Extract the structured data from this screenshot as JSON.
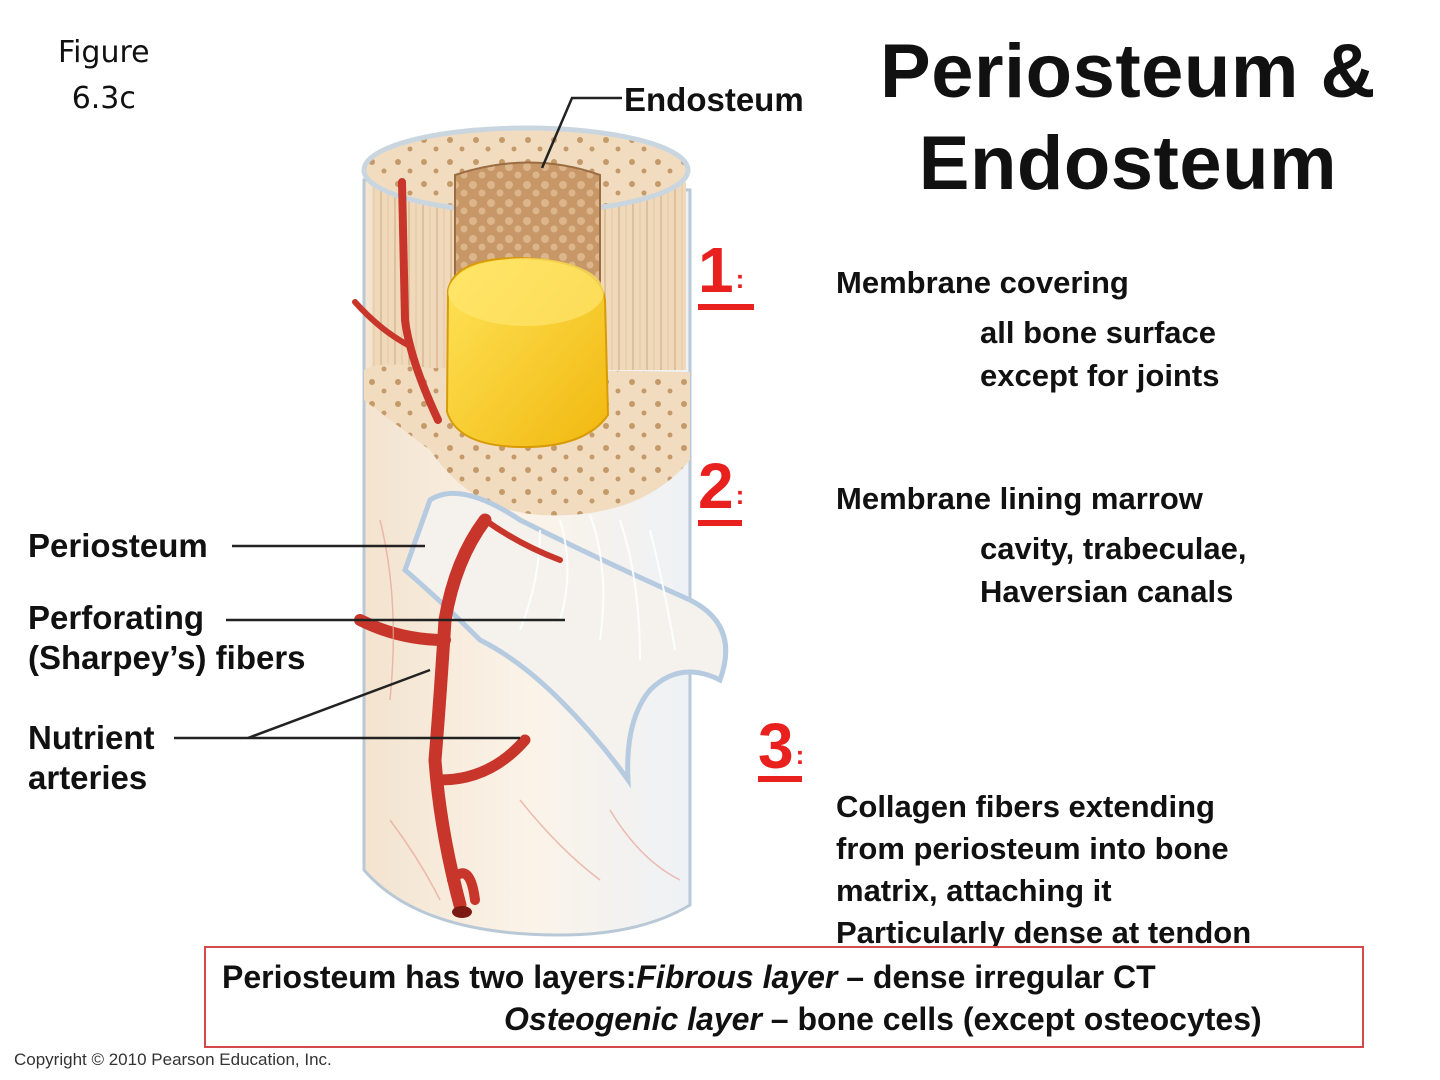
{
  "figure_ref": {
    "line1": "Figure",
    "line2": "6.3c"
  },
  "title": {
    "line1": "Periosteum &",
    "line2": "Endosteum"
  },
  "labels": {
    "endosteum": "Endosteum",
    "periosteum": "Periosteum",
    "perforating_line1": "Perforating",
    "perforating_line2": "(Sharpey’s) fibers",
    "nutrient_line1": "Nutrient",
    "nutrient_line2": "arteries"
  },
  "points": [
    {
      "number": "1",
      "suffix": ":",
      "lines": [
        "Membrane covering",
        "all bone surface",
        "except for joints"
      ]
    },
    {
      "number": "2",
      "suffix": ":",
      "lines": [
        "Membrane lining marrow",
        "cavity, trabeculae,",
        "Haversian canals"
      ]
    },
    {
      "number": "3",
      "suffix": ":",
      "lines": [
        "Collagen fibers extending",
        "from periosteum into bone",
        "matrix, attaching it",
        "Particularly dense at tendon"
      ]
    }
  ],
  "note": {
    "prefix": "Periosteum has two layers:",
    "layer1_name": "Fibrous layer",
    "layer1_desc": " – dense irregular CT",
    "layer2_name": "Osteogenic layer",
    "layer2_desc": " – bone cells (except osteocytes)"
  },
  "copyright": "Copyright © 2010 Pearson Education, Inc.",
  "colors": {
    "accent_red": "#e8201e",
    "marrow_yellow": "#f6c81a",
    "artery": "#c8362b",
    "bone_tan": "#f1dfc4",
    "periosteum_blue": "#dce9f2"
  }
}
